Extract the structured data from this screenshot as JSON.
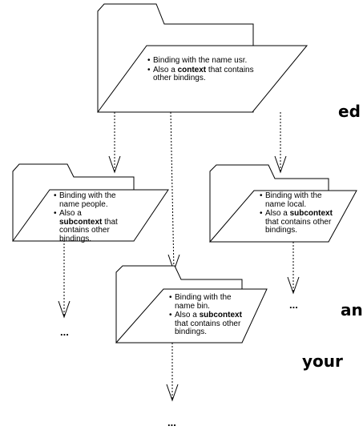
{
  "background_text": {
    "fragment_1": "ed",
    "fragment_2": "an",
    "fragment_3": "your"
  },
  "nodes": {
    "usr": {
      "bullet1": "Binding with the name usr.",
      "bullet2_prefix": "Also a ",
      "bullet2_bold": "context",
      "bullet2_suffix": " that contains other bindings."
    },
    "people": {
      "bullet1": "Binding with the name people.",
      "bullet2_prefix": "Also a ",
      "bullet2_bold": "subcontext",
      "bullet2_suffix": " that contains other bindings."
    },
    "local": {
      "bullet1": "Binding with the name local.",
      "bullet2_prefix": "Also a ",
      "bullet2_bold": "subcontext",
      "bullet2_suffix": " that contains other bindings."
    },
    "bin": {
      "bullet1": "Binding with the name bin.",
      "bullet2_prefix": "Also a ",
      "bullet2_bold": "subcontext",
      "bullet2_suffix": " that contains other bindings."
    }
  },
  "ellipses": {
    "people": "...",
    "local": "...",
    "bin": "..."
  }
}
